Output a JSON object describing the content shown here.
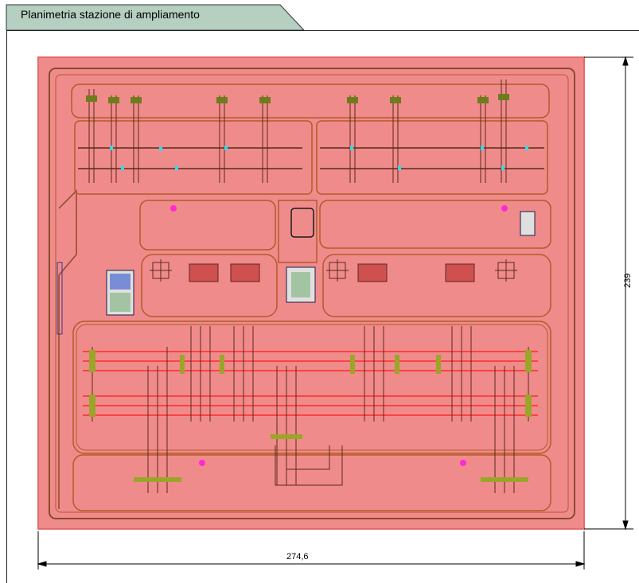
{
  "title": "Planimetria stazione di ampliamento",
  "dimensions": {
    "width_label": "274,6",
    "height_label": "239"
  },
  "colors": {
    "tab_fill": "#b5cfc0",
    "site_fill": "#f08b8b",
    "site_border": "#e26b6b",
    "road": "#b35a2a",
    "busbar": "#ff2a2a",
    "equipment": "#6e7d1c",
    "marker": "#ff2ad4",
    "accent_cyan": "#45d4e0"
  }
}
